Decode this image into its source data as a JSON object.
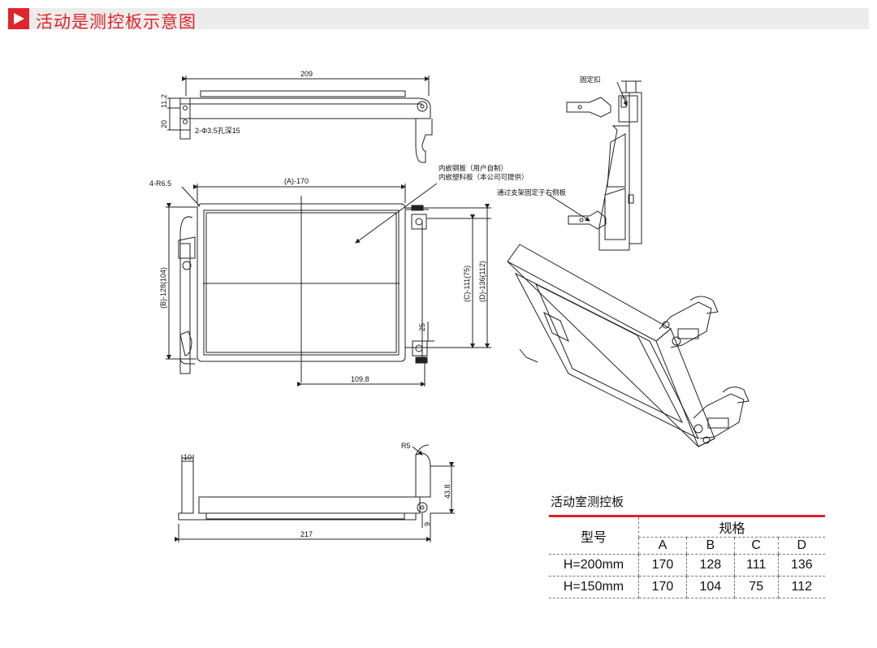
{
  "header": {
    "title": "活动是测控板示意图"
  },
  "top_view": {
    "dim_width": "209",
    "dim_20": "20",
    "dim_11_2": "11.2",
    "hole_note": "2-Φ3.5孔深15"
  },
  "front_view": {
    "corner_radius": "4-R6.5",
    "dim_a": "(A)-170",
    "dim_b": "(B)-128(104)",
    "dim_c": "(C)-111(75)",
    "dim_d": "(D)-136(112)",
    "dim_25": "25",
    "dim_109_8": "109.8",
    "note_line1": "内嵌钢板（用户自制）",
    "note_line2": "内嵌塑料板（本公司可提供）"
  },
  "side_view": {
    "label_clip": "固定扣",
    "label_bracket": "通过支架固定于右侧板"
  },
  "bottom_view": {
    "dim_10": "10",
    "dim_r5": "R5",
    "dim_43_8": "43.8",
    "dim_9": "9",
    "dim_217": "217"
  },
  "spec_table": {
    "title": "活动室测控板",
    "col_model": "型号",
    "col_spec": "规格",
    "sub_headers": [
      "A",
      "B",
      "C",
      "D"
    ],
    "rows": [
      {
        "model": "H=200mm",
        "a": "170",
        "b": "128",
        "c": "111",
        "d": "136"
      },
      {
        "model": "H=150mm",
        "a": "170",
        "b": "104",
        "c": "75",
        "d": "112"
      }
    ]
  }
}
